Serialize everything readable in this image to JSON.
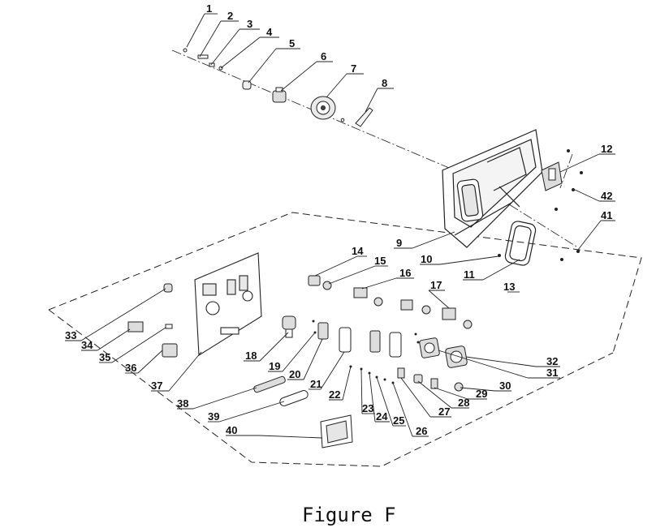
{
  "figure": {
    "caption": "Figure F",
    "callouts": [
      "1",
      "2",
      "3",
      "4",
      "5",
      "6",
      "7",
      "8",
      "9",
      "10",
      "11",
      "12",
      "13",
      "14",
      "15",
      "16",
      "17",
      "18",
      "19",
      "20",
      "21",
      "22",
      "23",
      "24",
      "25",
      "26",
      "27",
      "28",
      "29",
      "30",
      "31",
      "32",
      "33",
      "34",
      "35",
      "36",
      "37",
      "38",
      "39",
      "40",
      "41",
      "42"
    ]
  }
}
